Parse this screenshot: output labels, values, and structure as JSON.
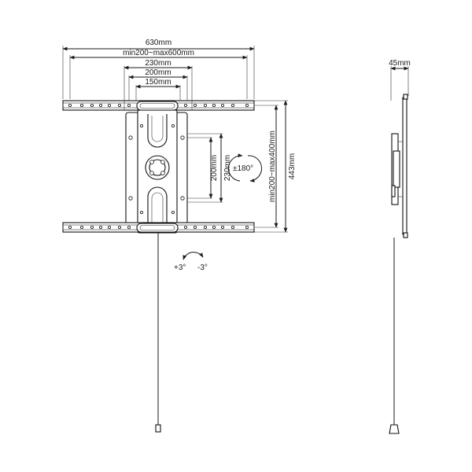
{
  "front_view": {
    "width_overall": "630mm",
    "hole_spacing_horizontal": "min200~max600mm",
    "arm_spacing_230": "230mm",
    "arm_spacing_200": "200mm",
    "arm_spacing_150": "150mm",
    "vertical_200": "200mm",
    "vertical_230": "230mm",
    "rotation": "±180°",
    "hole_spacing_vertical": "min200~max400mm",
    "height_overall": "443mm",
    "tilt_plus": "+3°",
    "tilt_minus": "-3°"
  },
  "side_view": {
    "depth": "45mm"
  }
}
